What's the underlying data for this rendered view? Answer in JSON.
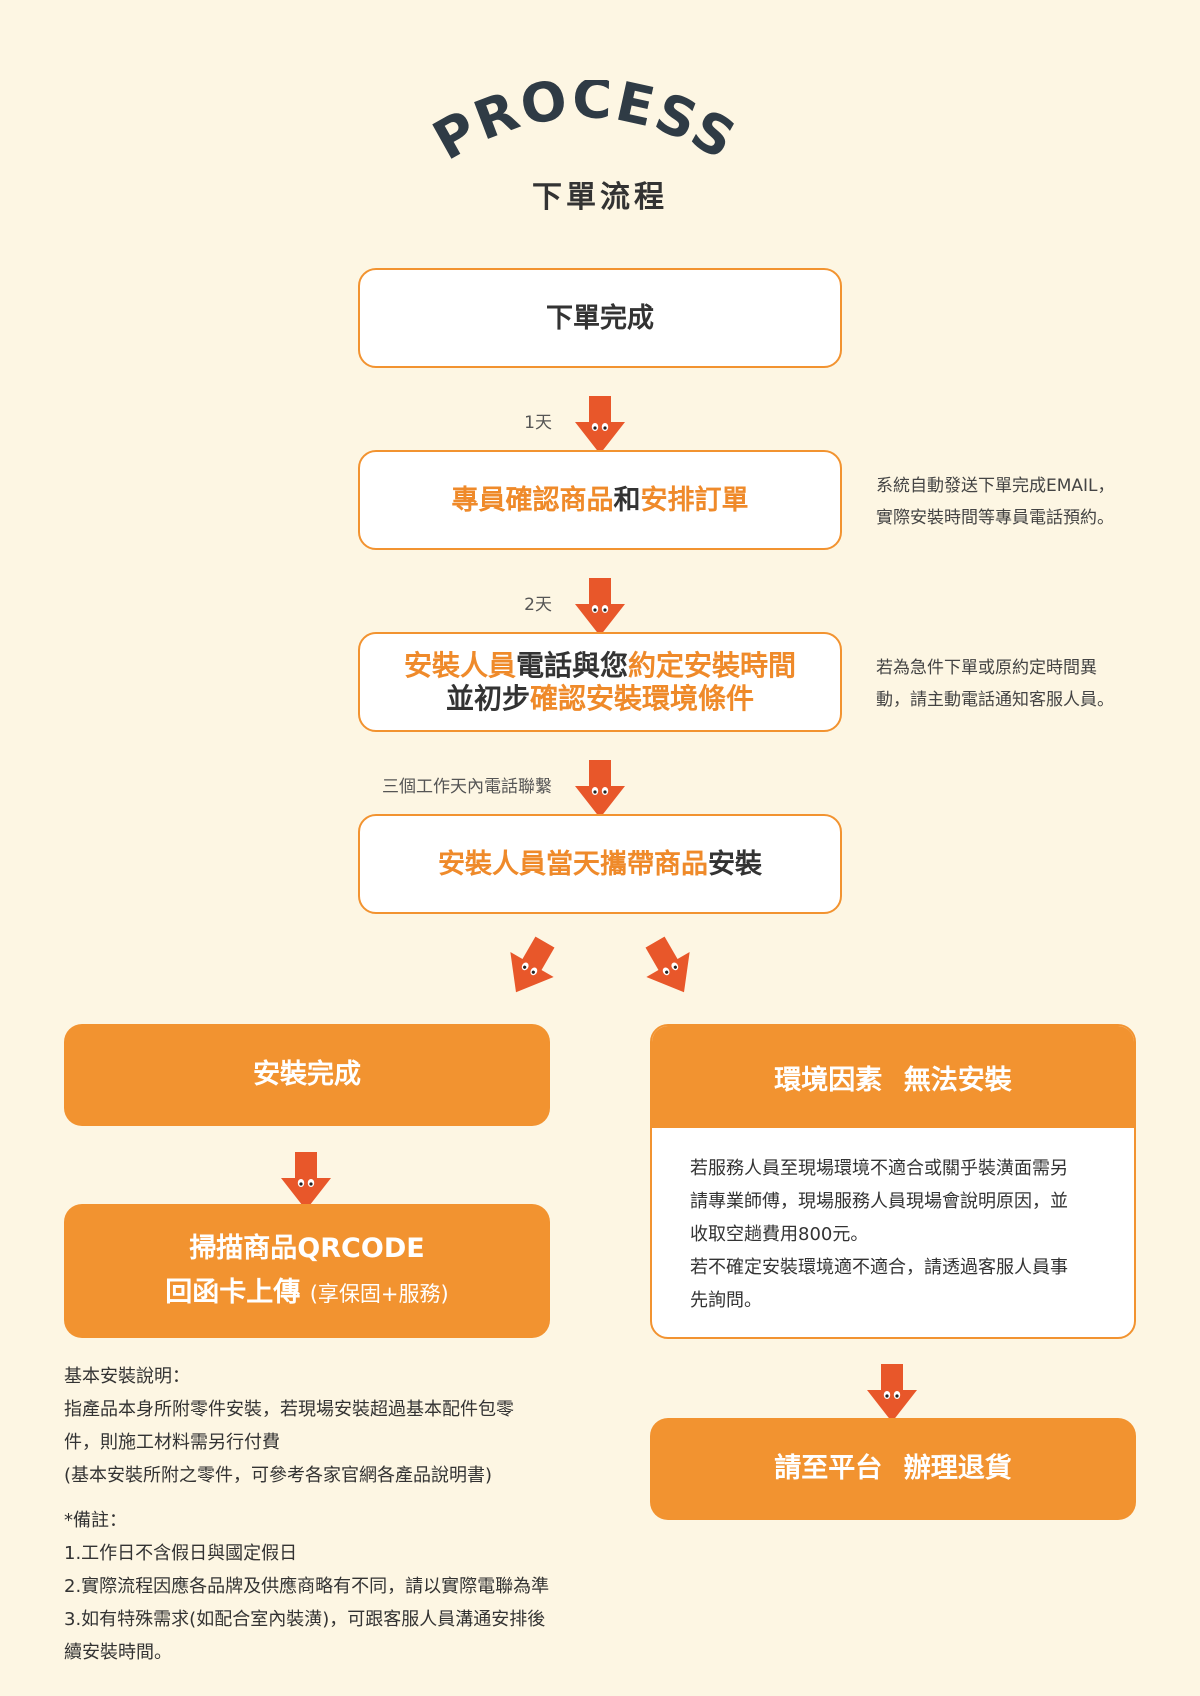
{
  "header": {
    "title": "PROCESS",
    "subtitle": "下單流程"
  },
  "steps": [
    {
      "text": "下單完成"
    },
    {
      "line1": {
        "a": "專員確認商品",
        "b": "和",
        "c": "安排訂單"
      }
    },
    {
      "line1": {
        "a": "安裝人員",
        "b": "電話與您",
        "c": "約定安裝時間"
      },
      "line2": {
        "a": "並初步",
        "b": "確認安裝環境條件"
      }
    },
    {
      "line1": {
        "a": "安裝人員當天攜帶商品",
        "b": "安裝"
      }
    }
  ],
  "arrow_labels": [
    "1天",
    "2天",
    "三個工作天內電話聯繫"
  ],
  "side_notes": [
    [
      "系統自動發送下單完成EMAIL，",
      "實際安裝時間等專員電話預約。"
    ],
    [
      "若為急件下單或原約定時間異",
      "動，請主動電話通知客服人員。"
    ]
  ],
  "left_branch": {
    "done": "安裝完成",
    "qr_line1": "掃描商品QRCODE",
    "qr_line2": "回函卡上傳",
    "qr_small": "(享保固+服務)"
  },
  "right_branch": {
    "title": "環境因素 無法安裝",
    "body": [
      "若服務人員至現場環境不適合或關乎裝潢面需另",
      "請專業師傅，現場服務人員現場會說明原因，並",
      "收取空趟費用800元。",
      "若不確定安裝環境適不適合，請透過客服人員事",
      "先詢問。"
    ],
    "return": "請至平台 辦理退貨"
  },
  "notes": {
    "basic_title": "基本安裝說明：",
    "basic_lines": [
      "指產品本身所附零件安裝，若現場安裝超過基本配件包零",
      "件，則施工材料需另行付費",
      "(基本安裝所附之零件，可參考各家官網各產品說明書)"
    ],
    "remark_title": "*備註：",
    "remark_lines": [
      "1.工作日不含假日與國定假日",
      "2.實際流程因應各品牌及供應商略有不同，請以實際電聯為準",
      "3.如有特殊需求(如配合室內裝潢)，可跟客服人員溝通安排後",
      "續安裝時間。"
    ]
  },
  "colors": {
    "background": "#fdf6e3",
    "accent": "#f29330",
    "arrow": "#e8572a",
    "text": "#333333"
  }
}
